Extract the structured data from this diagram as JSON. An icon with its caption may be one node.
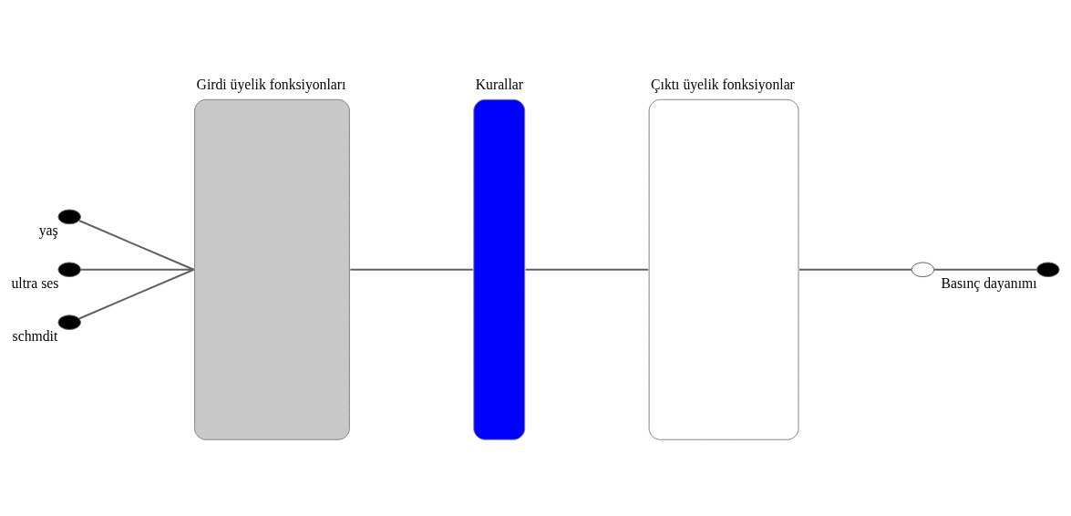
{
  "diagram": {
    "nodes": [
      {
        "text": [],
        "shape": "circle",
        "beside": [
          "yaş"
        ]
      },
      {
        "text": [],
        "shape": "circle",
        "beside": [
          "ultra ses"
        ]
      },
      {
        "text": [],
        "shape": "circle",
        "beside": [
          "schmdit"
        ]
      },
      {
        "text": [
          "Girdi üyelik fonksiyonları"
        ]
      },
      {
        "text": [
          "Kurallar"
        ]
      },
      {
        "text": [
          "Çıktı üyelik fonksiyonlar"
        ]
      },
      {
        "text": [],
        "shape": "circle"
      },
      {
        "text": [],
        "shape": "circle",
        "beside": [
          "Basınç dayanımı"
        ]
      }
    ],
    "edges": [
      {
        "from": 0,
        "to": 3,
        "arrow": "none"
      },
      {
        "from": 1,
        "to": 3,
        "arrow": "none"
      },
      {
        "from": 2,
        "to": 3,
        "arrow": "none"
      },
      {
        "from": 3,
        "to": 4,
        "arrow": "none"
      },
      {
        "from": 4,
        "to": 5,
        "arrow": "none"
      },
      {
        "from": 5,
        "to": 6,
        "arrow": "none"
      },
      {
        "from": 6,
        "to": 7,
        "arrow": "none"
      }
    ]
  }
}
